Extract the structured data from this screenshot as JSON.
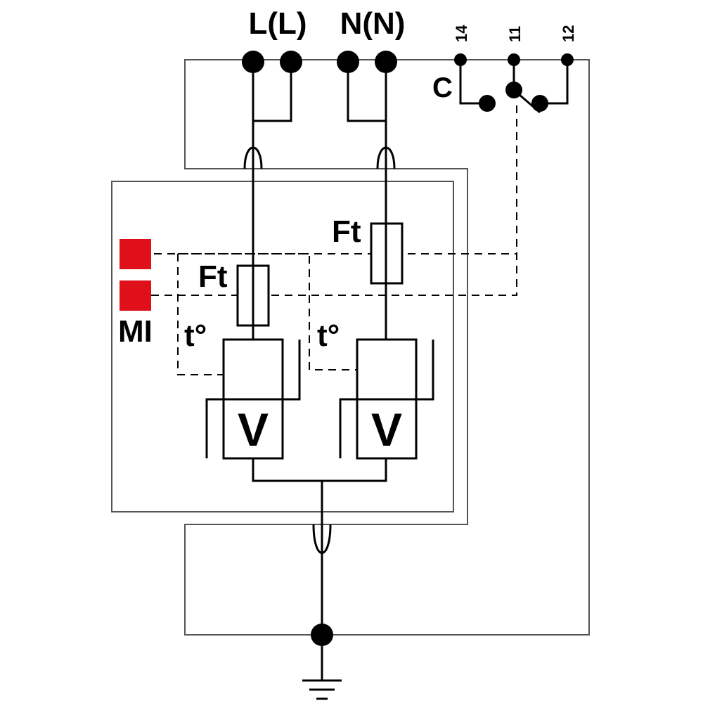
{
  "terminals": {
    "line_label": "L(L)",
    "neutral_label": "N(N)",
    "contact_14": "14",
    "contact_11": "11",
    "contact_12": "12",
    "contact_common": "C"
  },
  "components": {
    "fuse_left_label": "Ft",
    "fuse_right_label": "Ft",
    "thermal_left_label": "t°",
    "thermal_right_label": "t°",
    "varistor_left_label": "V",
    "varistor_right_label": "V",
    "indicator_label": "MI"
  },
  "colors": {
    "indicator": "#e0101a",
    "line": "#000000",
    "frame": "#555555"
  },
  "icons": {
    "earth": "ground-icon"
  }
}
